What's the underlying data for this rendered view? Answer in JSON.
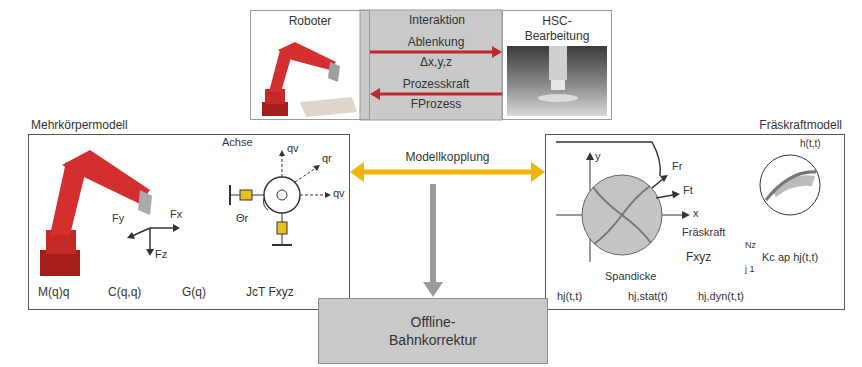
{
  "diagram": {
    "nodes": [
      {
        "text": [
          "Roboter"
        ]
      },
      {
        "text": [
          "Interaktion"
        ]
      },
      {
        "text": [
          "HSC-Bearbeitung"
        ]
      },
      {
        "text": [
          "Mehrkörpermodell"
        ]
      },
      {
        "text": [
          "Fräskraftmodell"
        ]
      },
      {
        "text": [
          "Offline-Bahnkorrektur"
        ]
      }
    ],
    "edges": [
      {
        "from": 0,
        "to": 2,
        "arrow": "to",
        "label": "Ablenkung Δx,y,z"
      },
      {
        "from": 2,
        "to": 0,
        "arrow": "to",
        "label": "Prozesskraft FProzess"
      },
      {
        "from": 3,
        "to": 4,
        "arrow": "both",
        "label": "Modellkopplung"
      }
    ],
    "labels": [
      "Fy",
      "Fx",
      "Fz",
      "Achse",
      "qv",
      "qr",
      "qv",
      "Θr",
      "M(q)q",
      "C(q,q)",
      "G(q)",
      "JcT Fxyz",
      "y",
      "x",
      "Fr",
      "Ft",
      "h(t,t)",
      "Fräskraft",
      "Nz",
      "Fxyz",
      "j 1",
      "Kc ap hj(t,t)",
      "Spandicke",
      "hj(t,t)",
      "hj,stat(t)",
      "hj,dyn(t,t)"
    ]
  }
}
